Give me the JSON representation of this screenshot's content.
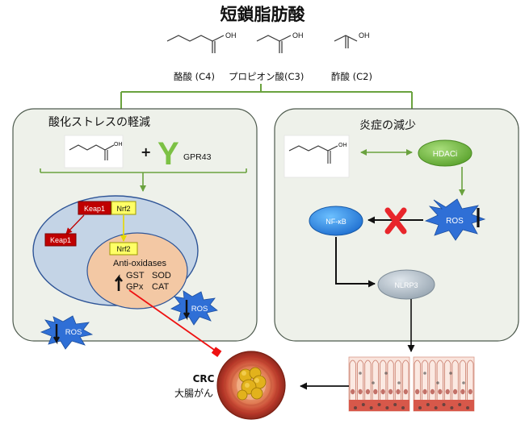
{
  "title": "短鎖脂肪酸",
  "acids": [
    {
      "label": "酪酸 (C4)"
    },
    {
      "label": "プロピオン酸(C3)"
    },
    {
      "label": "酢酸 (C2)"
    }
  ],
  "oh": "OH",
  "left_panel": {
    "title": "酸化ストレスの軽減",
    "plus": "+",
    "receptor_symbol": "Y",
    "receptor": "GPR43",
    "keap1": "Keap1",
    "nrf2": "Nrf2",
    "anti_oxidases": "Anti-oxidases",
    "gst": "GST",
    "sod": "SOD",
    "gpx": "GPx",
    "cat": "CAT",
    "ros": "ROS"
  },
  "right_panel": {
    "title": "炎症の減少",
    "hdaci": "HDACi",
    "ros": "ROS",
    "nfkb": "NF-κB",
    "nlrp3": "NLRP3"
  },
  "outcome": {
    "crc": "CRC",
    "crc_jp": "大腸がん"
  },
  "colors": {
    "panel_bg": "#eef1ea",
    "panel_border": "#4d5a4d",
    "green_line": "#6aa23e",
    "cell_outer": "#c4d4e6",
    "cell_outer_border": "#2f5597",
    "nucleus": "#f3c8a4",
    "keap1": "#c00000",
    "nrf2": "#ffff66",
    "ros": "#2f6fd6",
    "hdaci": "#7cc144",
    "nfkb": "#2b8fe8",
    "nlrp3": "#b7c3ce",
    "cross": "#e8262b",
    "inhibit_line": "#ee1111"
  }
}
